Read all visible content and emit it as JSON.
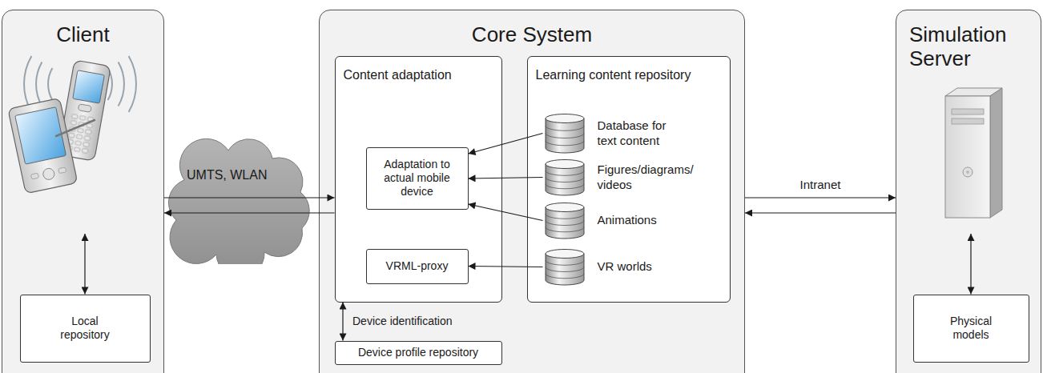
{
  "diagram": {
    "nodes": [
      {
        "text": [
          "Client"
        ]
      },
      {
        "text": [
          "Local repository"
        ],
        "in": 0
      },
      {
        "text": [
          "UMTS, WLAN"
        ]
      },
      {
        "text": [
          "Core System"
        ]
      },
      {
        "text": [
          "Content adaptation"
        ],
        "in": 3
      },
      {
        "text": [
          "Adaptation to actual mobile device"
        ],
        "in": 4
      },
      {
        "text": [
          "VRML-proxy"
        ],
        "in": 4
      },
      {
        "text": [
          "Learning content repository"
        ],
        "in": 3
      },
      {
        "text": [
          "Database for text content"
        ],
        "in": 7
      },
      {
        "text": [
          "Figures/diagrams/ videos"
        ],
        "in": 7
      },
      {
        "text": [
          "Animations"
        ],
        "in": 7
      },
      {
        "text": [
          "VR worlds"
        ],
        "in": 7
      },
      {
        "text": [
          "Device profile repository"
        ],
        "in": 3
      },
      {
        "text": [
          "Simulation Server"
        ]
      },
      {
        "text": [
          "Physical models"
        ],
        "in": 13
      }
    ],
    "edges": [
      {
        "from": 0,
        "to": 4,
        "arrow": "to"
      },
      {
        "from": 4,
        "to": 0,
        "arrow": "to"
      },
      {
        "from": 0,
        "to": 1,
        "arrow": "both"
      },
      {
        "from": 8,
        "to": 5,
        "arrow": "to"
      },
      {
        "from": 9,
        "to": 5,
        "arrow": "to"
      },
      {
        "from": 10,
        "to": 5,
        "arrow": "to"
      },
      {
        "from": 11,
        "to": 6,
        "arrow": "to"
      },
      {
        "from": 4,
        "to": 12,
        "label": "Device identification",
        "arrow": "both"
      },
      {
        "from": 3,
        "to": 13,
        "label": "Intranet",
        "arrow": "to"
      },
      {
        "from": 13,
        "to": 3,
        "arrow": "to"
      },
      {
        "from": 13,
        "to": 14,
        "arrow": "both"
      }
    ]
  }
}
